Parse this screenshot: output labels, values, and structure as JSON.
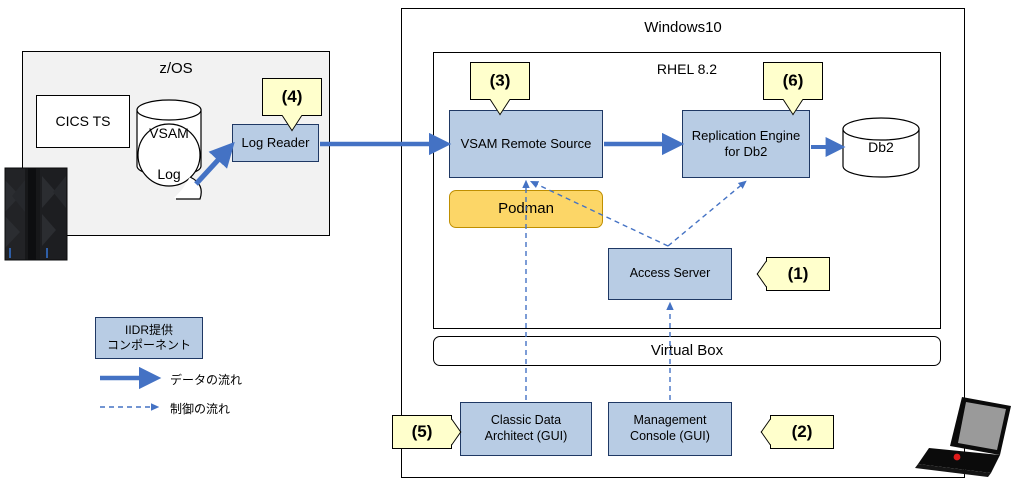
{
  "diagram": {
    "title": "IIDR VSAM to Db2 replication topology",
    "colors": {
      "component_blue": "#b8cce4",
      "podman_orange": "#fcd667",
      "callout_yellow": "#ffffcc",
      "zos_grey": "#f2f2f2",
      "arrow_blue": "#4472c4"
    }
  },
  "frames": {
    "zos": {
      "label": "z/OS"
    },
    "windows": {
      "label": "Windows10"
    },
    "rhel": {
      "label": "RHEL 8.2"
    },
    "virtualbox": {
      "label": "Virtual Box"
    }
  },
  "nodes": {
    "cics": {
      "label": "CICS TS"
    },
    "vsam": {
      "label": "VSAM"
    },
    "log": {
      "label": "Log"
    },
    "log_reader": {
      "label": "Log Reader"
    },
    "vsam_remote_source": {
      "label": "VSAM Remote Source"
    },
    "podman": {
      "label": "Podman"
    },
    "replication_engine": {
      "label": "Replication Engine\nfor Db2",
      "line1": "Replication Engine",
      "line2": "for Db2"
    },
    "db2": {
      "label": "Db2"
    },
    "access_server": {
      "label": "Access Server"
    },
    "classic_data_architect": {
      "label": "Classic Data\nArchitect (GUI)",
      "line1": "Classic Data",
      "line2": "Architect (GUI)"
    },
    "management_console": {
      "label": "Management\nConsole (GUI)",
      "line1": "Management",
      "line2": "Console (GUI)"
    }
  },
  "callouts": {
    "one": "(1)",
    "two": "(2)",
    "three": "(3)",
    "four": "(4)",
    "five": "(5)",
    "six": "(6)"
  },
  "legend": {
    "component_box": {
      "line1": "IIDR提供",
      "line2": "コンポーネント"
    },
    "data_flow": "データの流れ",
    "control_flow": "制御の流れ"
  },
  "icons": {
    "mainframe": "mainframe-icon",
    "laptop": "laptop-icon",
    "database_vsam": "database-cylinder-icon",
    "database_db2": "database-cylinder-icon",
    "log_shape": "log-circle-icon"
  }
}
